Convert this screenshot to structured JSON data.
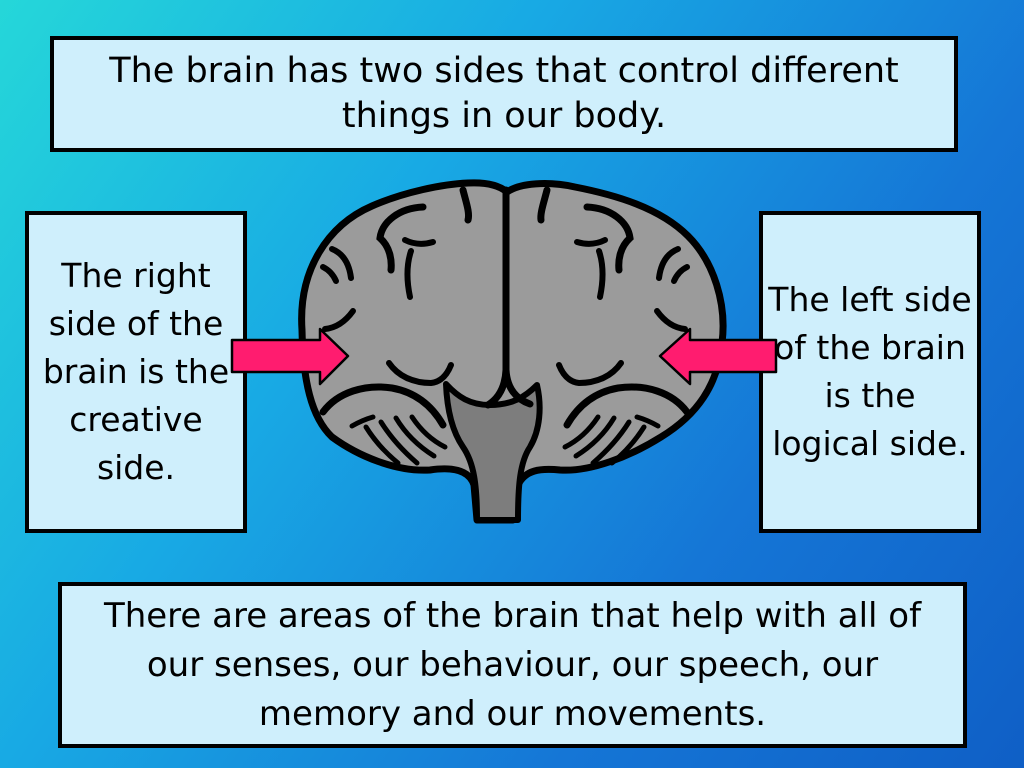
{
  "slide": {
    "top_text": "The brain has two sides that control different things in our body.",
    "left_text": "The right side of the brain is the creative side.",
    "right_text": "The left side of the brain is the logical side.",
    "bottom_text": "There are areas of the brain that help with all of our senses, our behaviour, our speech, our memory and our movements."
  },
  "colors": {
    "background_start": "#25d7d9",
    "background_end": "#0f5fc6",
    "box_fill": "#cfeffc",
    "brain_fill": "#9b9b9b",
    "brainstem_fill": "#7d7d7d",
    "arrow_fill": "#ff1c6f"
  },
  "icons": {
    "brain": "brain-illustration",
    "left_arrow": "arrow-right-icon",
    "right_arrow": "arrow-left-icon"
  }
}
